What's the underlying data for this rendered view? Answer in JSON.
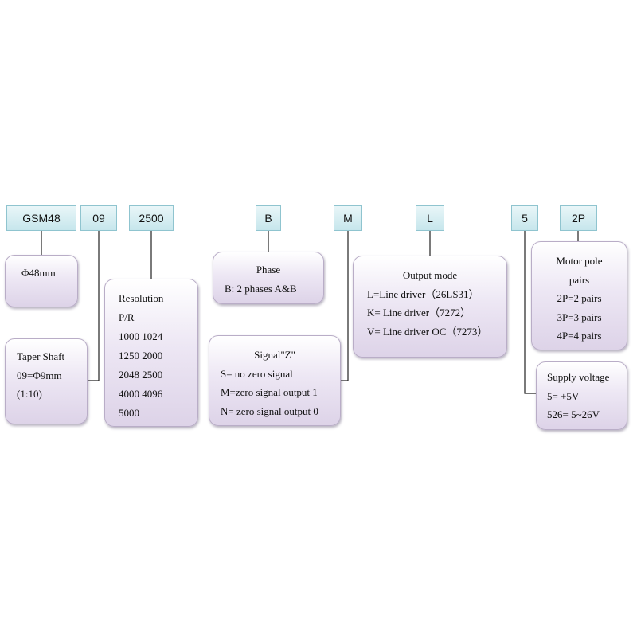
{
  "codes": {
    "model": "GSM48",
    "shaft": "09",
    "resolution": "2500",
    "phase": "B",
    "signal": "M",
    "output": "L",
    "voltage": "5",
    "pole": "2P"
  },
  "diameter_box": {
    "text": "Φ48mm"
  },
  "shaft_box": {
    "title": "Taper Shaft",
    "line1": "09=Φ9mm",
    "line2": "(1:10)"
  },
  "resolution_box": {
    "title": "Resolution",
    "unit": "P/R",
    "rows": [
      "1000 1024",
      "1250 2000",
      "2048 2500",
      "4000 4096",
      "5000"
    ]
  },
  "phase_box": {
    "title": "Phase",
    "line1": "B: 2 phases A&B"
  },
  "signal_box": {
    "title": "Signal\"Z\"",
    "rows": [
      "S= no zero signal",
      "M=zero signal output 1",
      "N= zero signal output 0"
    ]
  },
  "output_box": {
    "title": "Output mode",
    "rows": [
      "L=Line driver（26LS31）",
      "K= Line driver（7272）",
      "V= Line driver OC（7273）"
    ]
  },
  "pole_box": {
    "title_line1": "Motor pole",
    "title_line2": "pairs",
    "rows": [
      "2P=2 pairs",
      "3P=3 pairs",
      "4P=4 pairs"
    ]
  },
  "voltage_box": {
    "title": "Supply voltage",
    "rows": [
      "5= +5V",
      "526= 5~26V"
    ]
  }
}
